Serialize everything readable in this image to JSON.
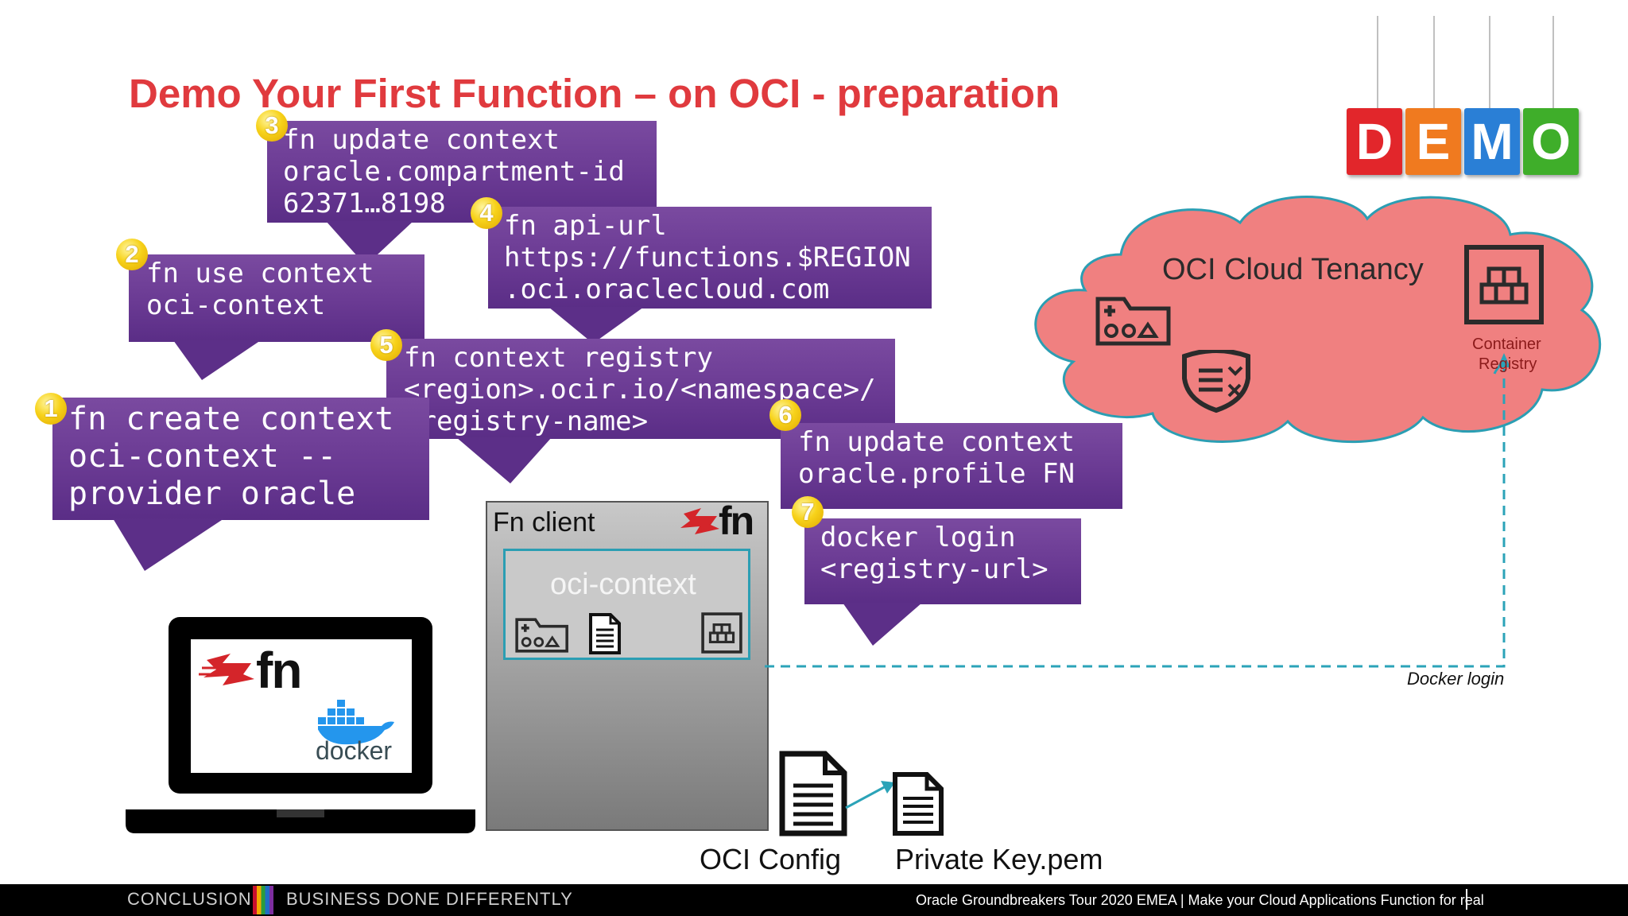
{
  "slide": {
    "title": "Demo Your First Function – on OCI - preparation"
  },
  "demo_badge": {
    "letters": [
      "D",
      "E",
      "M",
      "O"
    ],
    "colors": [
      "#e2262b",
      "#f07a1f",
      "#2a7fd6",
      "#3fae2a"
    ]
  },
  "steps": [
    {
      "number": "1",
      "lines": [
        "fn create context",
        "oci-context --",
        "provider oracle"
      ]
    },
    {
      "number": "2",
      "lines": [
        "fn use context",
        "oci-context"
      ]
    },
    {
      "number": "3",
      "lines": [
        "fn update context",
        "oracle.compartment-id",
        "62371…8198"
      ]
    },
    {
      "number": "4",
      "lines": [
        "fn api-url",
        "https://functions.$REGION",
        ".oci.oraclecloud.com"
      ]
    },
    {
      "number": "5",
      "lines": [
        "fn context registry",
        "<region>.ocir.io/<namespace>/",
        "<registry-name>"
      ]
    },
    {
      "number": "6",
      "lines": [
        "fn update context",
        "oracle.profile FN"
      ]
    },
    {
      "number": "7",
      "lines": [
        "docker login",
        "<registry-url>"
      ]
    }
  ],
  "cloud": {
    "label": "OCI Cloud Tenancy",
    "registry_label_1": "Container",
    "registry_label_2": "Registry"
  },
  "fn_client": {
    "label": "Fn client",
    "context_label": "oci-context",
    "fn_logo_text": "fn"
  },
  "laptop": {
    "fn_logo_text": "fn",
    "docker_text": "docker"
  },
  "files": {
    "config_label": "OCI Config",
    "key_label": "Private Key.pem"
  },
  "arrow": {
    "docker_login_label": "Docker login"
  },
  "footer": {
    "left_1": "CONCLUSION",
    "left_2": "BUSINESS DONE DIFFERENTLY",
    "right": "Oracle Groundbreakers Tour 2020 EMEA | Make your Cloud Applications Function for real"
  },
  "colors": {
    "title_red": "#e03a3e",
    "callout_purple": "#6a3a93",
    "cloud_fill": "#f08080",
    "cloud_stroke": "#2b9eb3",
    "dashed_line": "#2ba3b8"
  }
}
